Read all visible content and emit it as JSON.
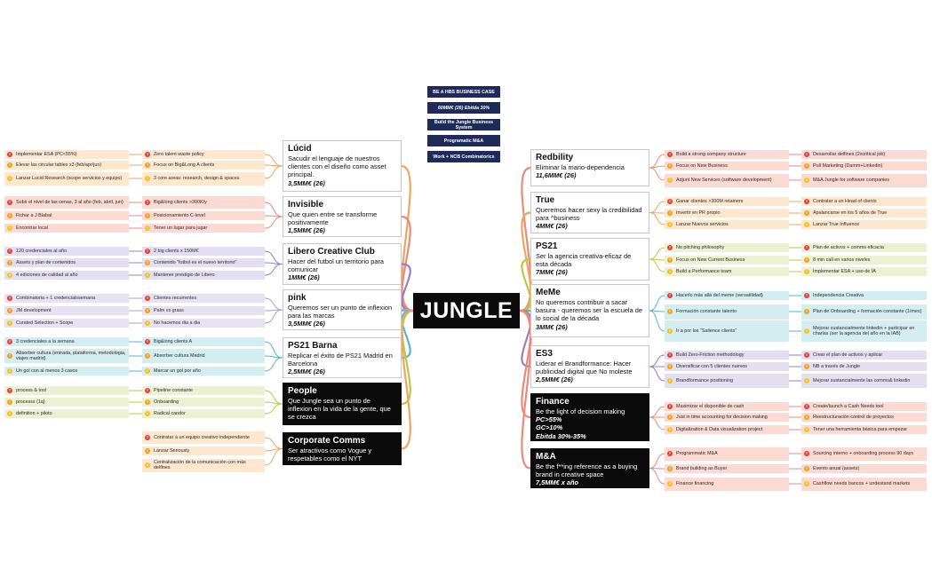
{
  "headers": [
    "BE A HBS BUSINESS CASE",
    "60MM€ (26) Ebitda 30%",
    "Build the Jungle Business System",
    "Programatic M&A",
    "Work + NCB Combinatorics"
  ],
  "center_title": "JUNGLE",
  "colors": {
    "orange": "#f0a463",
    "red": "#ea8a7b",
    "purple": "#9680c0",
    "lavender": "#a79fd0",
    "teal": "#58b4c7",
    "lime": "#b8c94a",
    "header": "#1e2a5a"
  },
  "icons": {
    "alert": "alert-icon",
    "warn": "warning-icon",
    "info": "info-icon"
  },
  "left": [
    {
      "title": "Lúcid",
      "desc": "Sacudir el lenguaje de nuestros clientes con el diseño como asset principal.",
      "metric": "3,5MM€ (26)",
      "dark": false,
      "color": "orange",
      "a": [
        "Implementar ESA (PC<55%)",
        "Elevar las circular tables x3 (feb/apr/jun)",
        "Lanzar Lucid Research (scope servicios y equipo)"
      ],
      "b": [
        "Zero talent waste policy",
        "Focus on Big&Long A clients",
        "3 core areas: research, design & spaces"
      ]
    },
    {
      "title": "Invisible",
      "desc": "Que quien entre se transforme positivamente",
      "metric": "1,5MM€ (26)",
      "dark": false,
      "color": "red",
      "a": [
        "Subir el nivel de las cenas, 3 al año (feb, abril, jun)",
        "Fichar a J Blabal",
        "Encontrar local"
      ],
      "b": [
        "Big&long clients >300K/y",
        "Posicionamiento C-level",
        "Tener un lugar para jugar"
      ]
    },
    {
      "title": "Libero Creative Club",
      "desc": "Hacer del futbol un territorio para comunicar",
      "metric": "1MM€ (26)",
      "dark": false,
      "color": "purple",
      "a": [
        "120 credenciales al año",
        "Assets y plan de contenidos",
        "4 ediciones de calidad al año"
      ],
      "b": [
        "2 big clients x 150M€",
        "Contenido \"futbol es el nuevo territorio\"",
        "Mantener prestigio de Libero"
      ]
    },
    {
      "title": "pink",
      "desc": "Queremos ser un punto de inflexion para las marcas",
      "metric": "3,5MM€ (26)",
      "dark": false,
      "color": "lavender",
      "a": [
        "Combinatoria + 1 credencialssemana",
        "JM development",
        "Curated Selection + Scope"
      ],
      "b": [
        "Clientes recurrentes",
        "Palm vs grass",
        "No hacemos dia a dia"
      ]
    },
    {
      "title": "PS21 Barna",
      "desc": "Replicar el éxito de PS21 Madrid en Barcelona",
      "metric": "2,5MM€ (26)",
      "dark": false,
      "color": "teal",
      "a": [
        "3 credenciales a la semana",
        "Absorber cultura (entrada, plataforma, metodologia, viajes madrid)",
        "Un gol con al menos 3 casos"
      ],
      "b": [
        "Big&long clients A",
        "Absorber cultura Madrid",
        "Marcar un gol por año"
      ]
    },
    {
      "title": "People",
      "desc": "Que Jungle sea un punto de inflexion en la vida de la gente, que se crezca",
      "metric": "",
      "dark": true,
      "color": "lime",
      "a": [
        "process & tool",
        "processs (1q)",
        "definition + piloto"
      ],
      "b": [
        "Pipeline constante",
        "Onboarding",
        "Radical candor"
      ]
    },
    {
      "title": "Corporate Comms",
      "desc": "Ser atractivos como Vogue y respetables como el NYT",
      "metric": "",
      "dark": true,
      "color": "orange",
      "a": [],
      "b": [
        "Contratar a un equipo creativo independiente",
        "Lanzar Seriously",
        "Centralización de la comunicación con más delfines"
      ]
    }
  ],
  "right": [
    {
      "title": "Redbility",
      "desc": "Eliminar la mario-dependencia",
      "metric": "11,6MM€ (26)",
      "dark": false,
      "color": "red",
      "a": [
        "Build a strong company structure",
        "Focus on New Business",
        "Adjunt New Services (software development)"
      ],
      "b": [
        "Desarrollar delfines (2xcritical job)",
        "Pull Marketing (Damm+Linkedin)",
        "M&A Jungle for software companies"
      ]
    },
    {
      "title": "True",
      "desc": "Queremos hacer sexy la credibilidad para ^business",
      "metric": "4MM€ (26)",
      "dark": false,
      "color": "orange",
      "a": [
        "Ganar clientes >300M retainers",
        "Invertir en PR propio",
        "Lanzar Nuevos servicios"
      ],
      "b": [
        "Contratar a un Head of clients",
        "Apalancarse en los 5 años de True",
        "Lanzar True Influence"
      ]
    },
    {
      "title": "PS21",
      "desc": "Ser la agencia creativa-eficaz de esta década",
      "metric": "7MM€ (26)",
      "dark": false,
      "color": "lime",
      "a": [
        "No pitching philosophy",
        "Focus on New Current Business",
        "Build a Performance team"
      ],
      "b": [
        "Plan de activos + comms eficacia",
        "8 min call en varios niveles",
        "Implementar ESA + uso de IA"
      ]
    },
    {
      "title": "MeMe",
      "desc": "No queremos contribuir a sacar basura - queremos ser la escuela de lo social de la década",
      "metric": "3MM€ (26)",
      "dark": false,
      "color": "teal",
      "a": [
        "Hacerlo más allá del meme (versatilidad)",
        "Formación constante talento",
        "Ir a por los \"Salience clients\""
      ],
      "b": [
        "Independencia Creativa",
        "Plan de Onboarding + formación constante (1/mes)",
        "Mejorar sustancialmente linkedin + participar en charlas (ser la agencia del año en la IAB)"
      ]
    },
    {
      "title": "ES3",
      "desc": "Liderar el Brandformance: Hacer publicidad digital que No moleste",
      "metric": "2,5MM€ (26)",
      "dark": false,
      "color": "purple",
      "a": [
        "Build Zero-Friction methodology",
        "Diversificar con 5 clientes nuevos",
        "Brandformance positioning"
      ],
      "b": [
        "Crear el plan de activos y aplicar",
        "NB a través de Jungle",
        "Mejorar sustancialmente las comms& linkedin"
      ]
    },
    {
      "title": "Finance",
      "desc": "Be the light of decision making",
      "metric": "PC>55%\nGC>10%\nEbitda 30%-35%",
      "dark": true,
      "color": "red",
      "a": [
        "Maximizar el disponible de cash",
        "Just in time accounting for decision making",
        "Digitalization & Data visualization project"
      ],
      "b": [
        "Create/launch a Cash Needs tool",
        "Reestructuración control de proyectos",
        "Tener una herramienta básica para empezar"
      ]
    },
    {
      "title": "M&A",
      "desc": "Be the f**ing reference as a buying brand in creative space",
      "metric": "7,5MM€ x año",
      "dark": true,
      "color": "red",
      "a": [
        "Programmatic M&A",
        "Brand building as Buyer",
        "Finance financing"
      ],
      "b": [
        "Sourcing interno + onboarding process 90 days",
        "Evento anual (assets)",
        "Cashflow needs bancos + undestand markets"
      ]
    }
  ]
}
